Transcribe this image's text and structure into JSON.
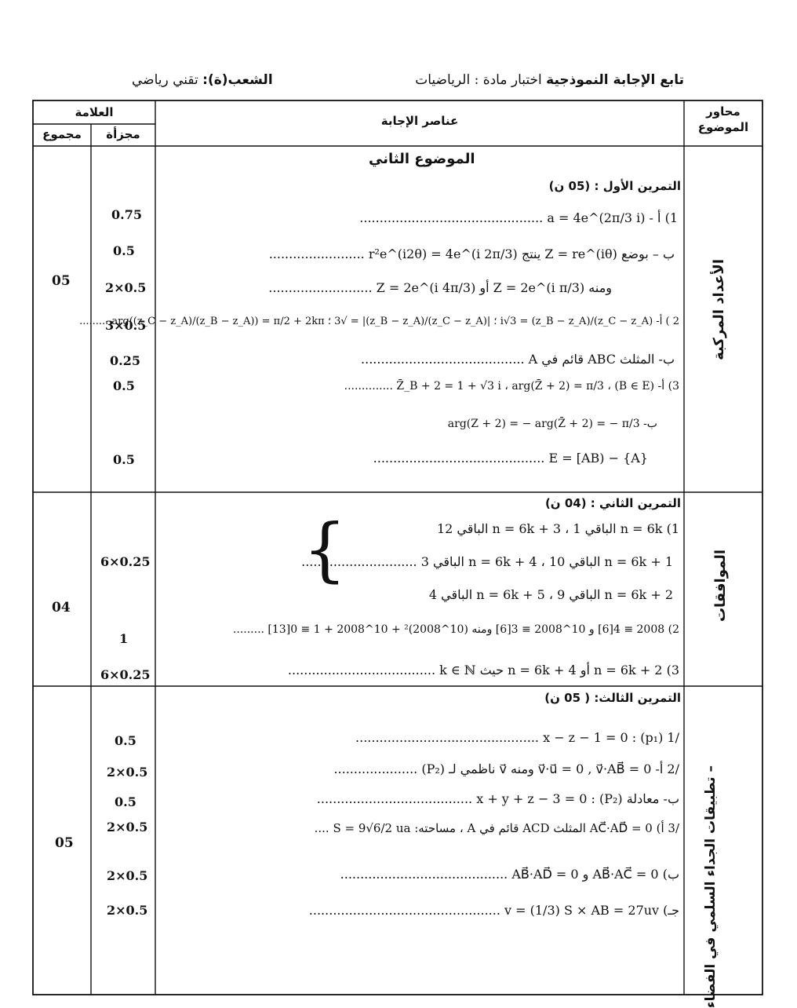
{
  "header": {
    "title_bold": "تابع الإجابة النموذجية",
    "title_rest": " اختبار مادة : الرياضيات",
    "branch_label": "الشعب(ة):",
    "branch_value": " تقني رياضي"
  },
  "table_headers": {
    "axes": "محاور الموضوع",
    "answer_elements": "عناصر الإجابة",
    "grade": "العلامة",
    "partial": "مجزأة",
    "total": "مجموع"
  },
  "subject_title": "الموضوع الثاني",
  "sections": [
    {
      "axis": "الأعداد المركبة",
      "total": "05",
      "title": "التمرين الأول : (05 ن)",
      "lines": [
        "1) أ - a = 4e^(2π/3 i) ..............................................",
        "ب – بوضع Z = re^(iθ) ينتج r²e^(i2θ) = 4e^(i 2π/3) ........................",
        "ومنه Z = 2e^(i π/3) أو Z = 2e^(i 4π/3) ..........................",
        "2 ) أ- (z_C − z_A)/(z_B − z_A) = i√3 ؛ |(z_C − z_A)/(z_B − z_A)| = √3 ؛ arg((z_C − z_A)/(z_B − z_A)) = π/2 + 2kπ .........",
        "ب- المثلث ABC قائم في A .........................................",
        "3) أ- Z̄_B + 2 = 1 + √3 i ، arg(Z̄ + 2) = π/3 ، (B ∈ E) ..............",
        "ب- arg(Z + 2) = − arg(Z̄ + 2) = − π/3",
        "E = [AB) − {A} ..........................................."
      ],
      "marks": [
        "0.75",
        "0.5",
        "2×0.5",
        "3×0.5",
        "0.25",
        "0.5",
        "0.5"
      ]
    },
    {
      "axis": "الموافقات",
      "total": "04",
      "title": "التمرين الثاني : (04 ن)",
      "lines": [
        "1) n = 6k الباقي 1 ، n = 6k + 3 الباقي 12",
        "n = 6k + 1 الباقي 10 ، n = 6k + 4 الباقي 3 .............................",
        "n = 6k + 2 الباقي 9 ، n = 6k + 5 الباقي 4",
        "2) 2008 ≡ 4[6] و 10^2008 ≡ 3[6] ومنه (10^2008)² + 10^2008 + 1 ≡ 0[13] .........",
        "3) n = 6k + 2 أو n = 6k + 4 حيث k ∈ ℕ ....................................."
      ],
      "marks": [
        "6×0.25",
        "1",
        "6×0.25"
      ]
    },
    {
      "axis": "تطبيقات الجداء السلمي في الفضاء –",
      "total": "05",
      "title": "التمرين الثالث: ( 05 ن)",
      "lines": [
        "/1 (p₁) : x − z − 1 = 0 ..............................................",
        "/2 أ- v⃗·u⃗ = 0 , v⃗·AB⃗ = 0 ومنه v⃗ ناظمي لـ (P₂) .....................",
        "ب- معادلة (P₂) : x + y + z − 3 = 0 .......................................",
        "/3 أ) AC⃗·AD⃗ = 0 المثلث ACD قائم في A ، مساحته: S = 9√6/2 ua ....",
        "ب) AB⃗·AC⃗ = 0 و AB⃗·AD⃗ = 0 ..........................................",
        "جـ) v = (1/3) S × AB = 27uv ................................................"
      ],
      "marks": [
        "0.5",
        "2×0.5",
        "0.5",
        "2×0.5",
        "2×0.5",
        "2×0.5"
      ]
    }
  ]
}
